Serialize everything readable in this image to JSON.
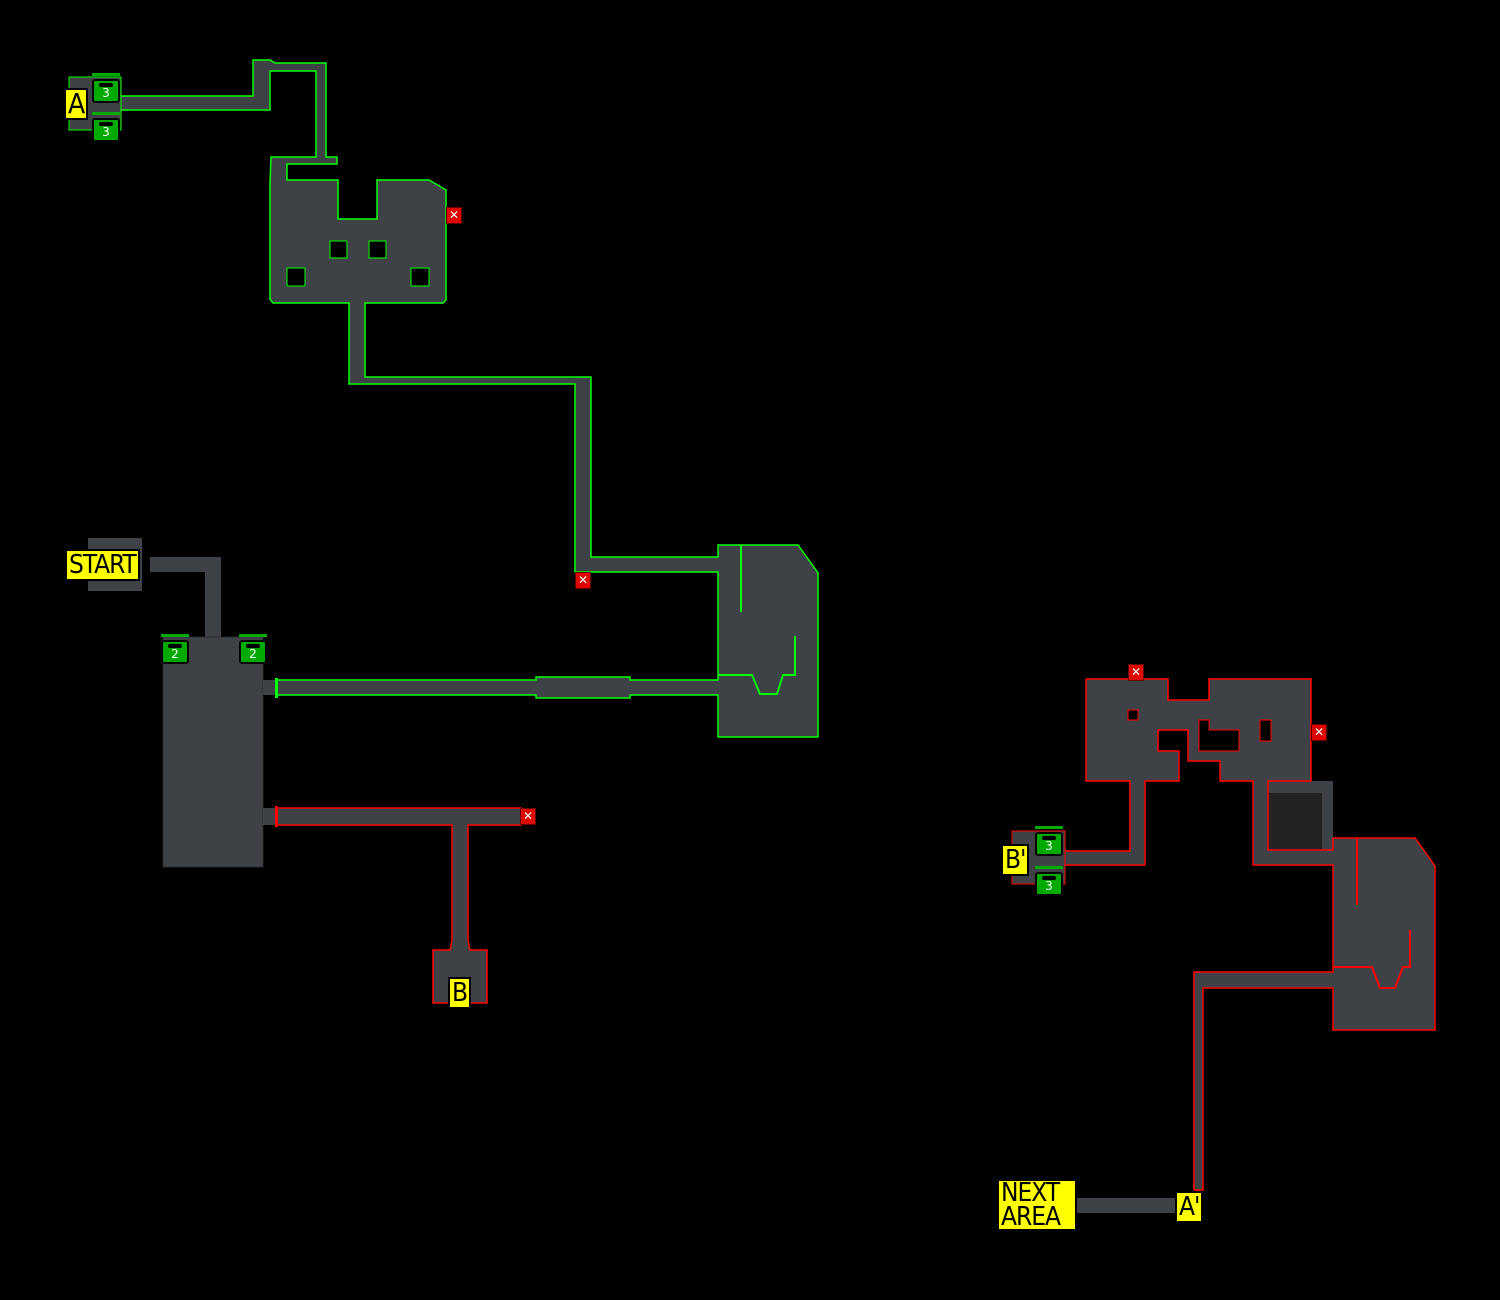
{
  "labels": {
    "start": "START",
    "a": "A",
    "b": "B",
    "b_prime": "B'",
    "a_prime": "A'",
    "next_area": "NEXT AREA"
  },
  "badges": {
    "a_top": "3",
    "a_bottom": "3",
    "start_left": "2",
    "start_right": "2",
    "bp_top": "3",
    "bp_bottom": "3"
  },
  "icons": {
    "locked_door": "x-icon"
  },
  "colors": {
    "floor": "#3e4145",
    "explored": "#00ff00",
    "unexplored": "#ff0000",
    "label": "#ffff00",
    "badge": "#00aa00"
  }
}
